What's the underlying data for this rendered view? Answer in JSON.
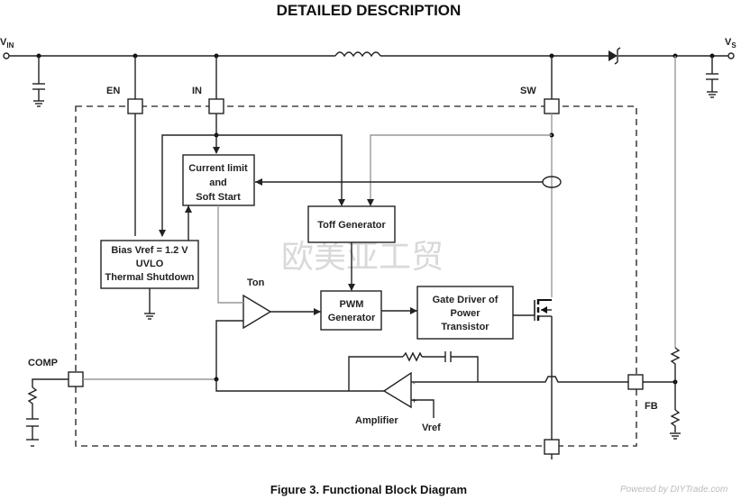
{
  "header": {
    "title": "DETAILED DESCRIPTION"
  },
  "caption": "Figure 3. Functional Block Diagram",
  "watermark": "欧美亚工贸",
  "powered_by": "Powered by DIYTrade.com",
  "terminals": {
    "vin": "V",
    "vin_sub": "IN",
    "vs": "V",
    "vs_sub": "S"
  },
  "pins": {
    "en": "EN",
    "in": "IN",
    "sw": "SW",
    "comp": "COMP",
    "fb": "FB"
  },
  "blocks": {
    "current_limit": [
      "Current limit",
      "and",
      "Soft Start"
    ],
    "bias": [
      "Bias Vref = 1.2 V",
      "UVLO",
      "Thermal Shutdown"
    ],
    "toff": "Toff Generator",
    "pwm": [
      "PWM",
      "Generator"
    ],
    "gate_driver": [
      "Gate Driver of",
      "Power",
      "Transistor"
    ]
  },
  "labels": {
    "ton": "Ton",
    "amplifier": "Amplifier",
    "vref": "Vref"
  }
}
